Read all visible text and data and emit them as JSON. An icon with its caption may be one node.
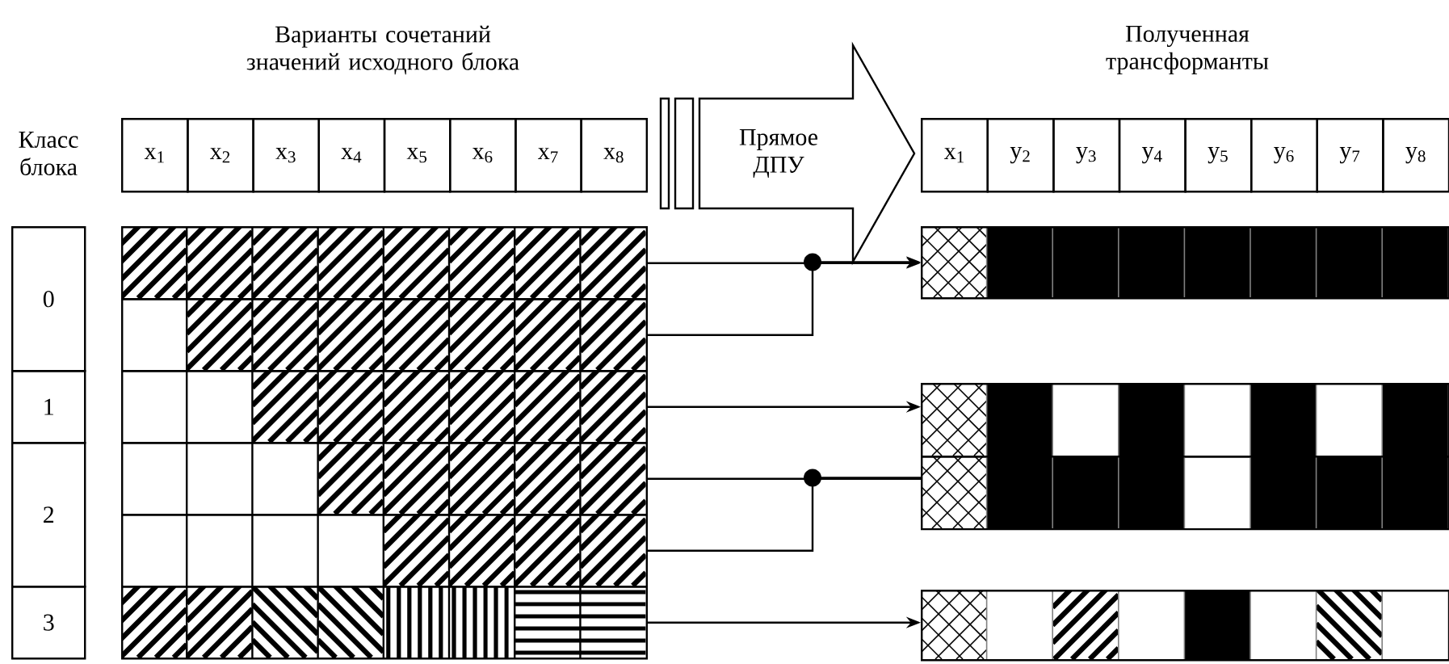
{
  "diagram": {
    "nodes": [
      {
        "text": [
          "0"
        ]
      },
      {
        "text": [
          "1"
        ]
      },
      {
        "text": [
          "2"
        ]
      },
      {
        "text": [
          "3"
        ]
      },
      {
        "text": [],
        "shape": "bar"
      },
      {
        "text": [],
        "shape": "bar"
      },
      {
        "text": [],
        "shape": "bar"
      },
      {
        "text": [],
        "shape": "bar"
      },
      {
        "text": [],
        "shape": "bar"
      },
      {
        "text": [],
        "shape": "bar"
      },
      {
        "text": [
          "Прямое ДПУ"
        ]
      },
      {
        "text": [],
        "shape": "bar"
      },
      {
        "text": [],
        "shape": "bar"
      },
      {
        "text": [],
        "shape": "bar"
      },
      {
        "text": [],
        "shape": "bar"
      }
    ],
    "edges": [
      {
        "from": 4,
        "to": 11,
        "arrow": "to"
      },
      {
        "from": 5,
        "to": 11,
        "arrow": "to"
      },
      {
        "from": 6,
        "to": 12,
        "arrow": "to"
      },
      {
        "from": 7,
        "to": 13,
        "arrow": "none"
      },
      {
        "from": 8,
        "to": 13,
        "arrow": "none"
      },
      {
        "from": 9,
        "to": 14,
        "arrow": "to"
      }
    ],
    "labels": [
      "Варианты сочетаний значений исходного блока",
      "Полученная трансформанты",
      "Класс блока",
      "x$_{1}$",
      "x$_{2}$",
      "x$_{3}$",
      "x$_{4}$",
      "x$_{5}$",
      "x$_{6}$",
      "x$_{7}$",
      "x$_{8}$",
      "x$_{1}$",
      "y$_{2}$",
      "y$_{3}$",
      "y$_{4}$",
      "y$_{5}$",
      "y$_{6}$",
      "y$_{7}$",
      "y$_{8}$"
    ]
  }
}
